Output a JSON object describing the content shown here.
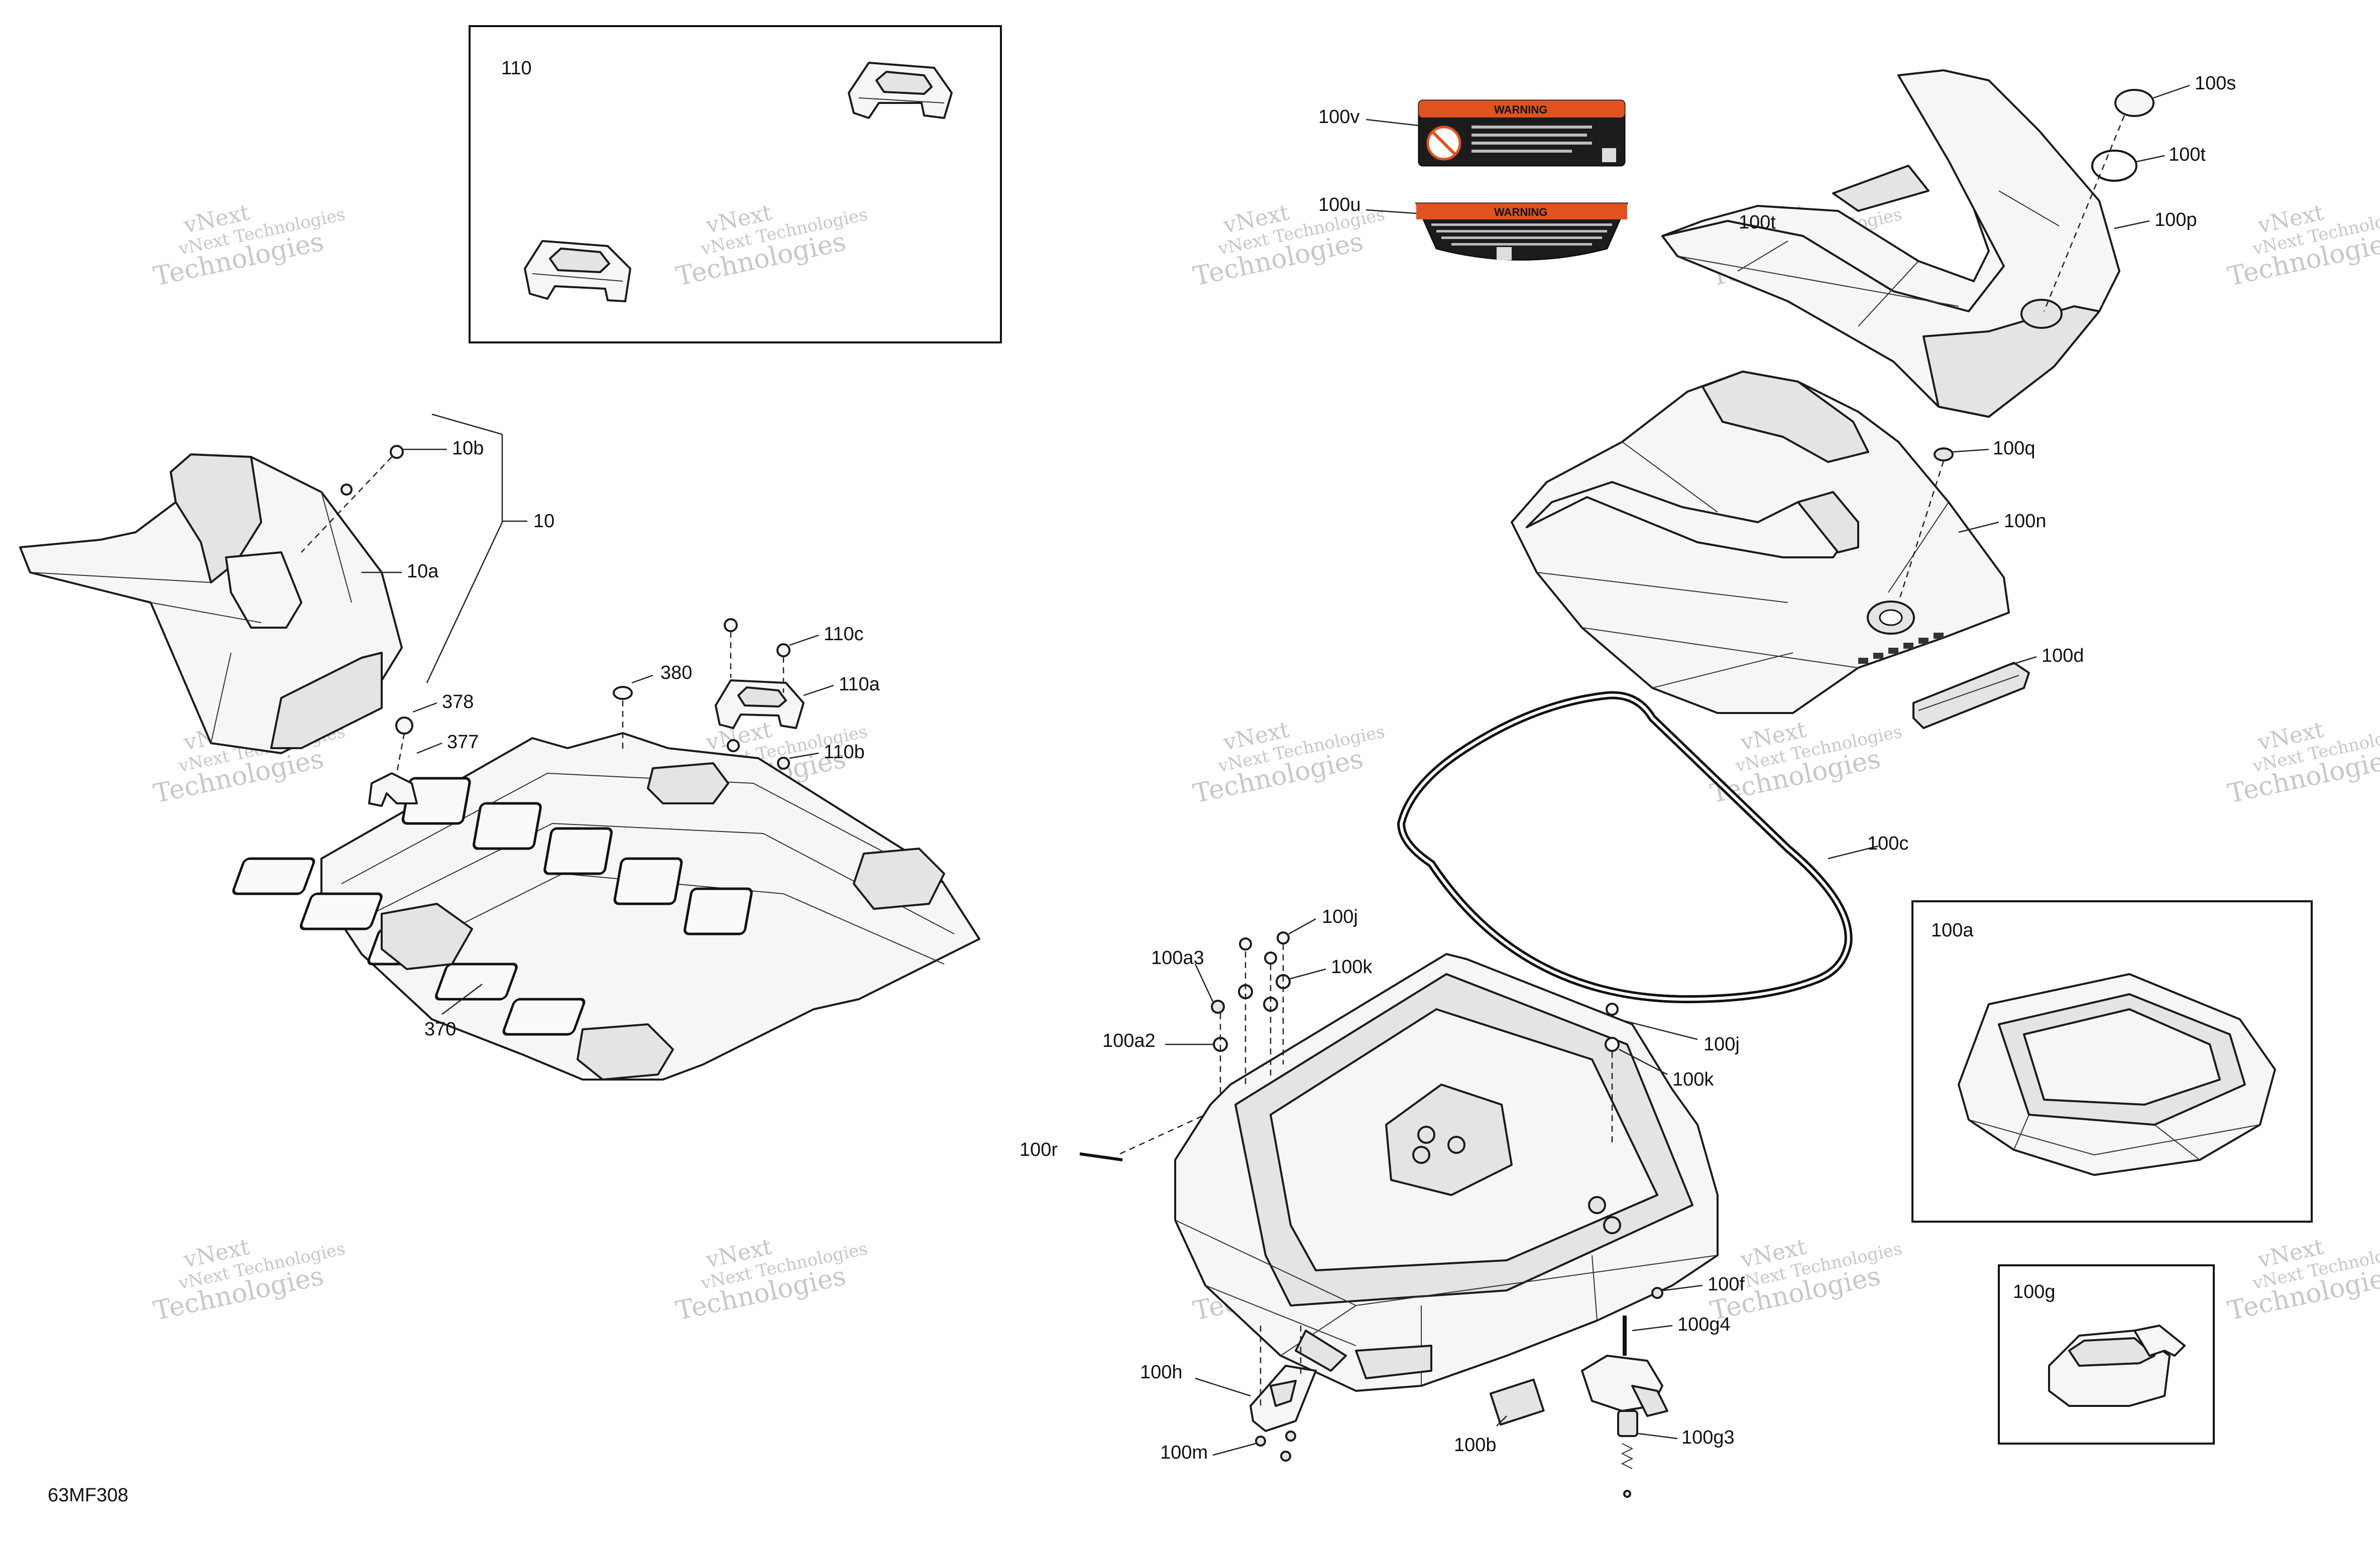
{
  "drawing_id": "63MF308",
  "watermark": {
    "line1": "vNext Technologies",
    "line2": "vNext",
    "line3": "Technologies"
  },
  "callouts": {
    "c110": "110",
    "c10b": "10b",
    "c10": "10",
    "c10a": "10a",
    "c380": "380",
    "c110c": "110c",
    "c110a": "110a",
    "c110b": "110b",
    "c378": "378",
    "c377": "377",
    "c370": "370",
    "c100v": "100v",
    "c100u": "100u",
    "c100s": "100s",
    "c100t": "100t",
    "c100tb": "100t",
    "c100p": "100p",
    "c100q": "100q",
    "c100n": "100n",
    "c100d": "100d",
    "c100c": "100c",
    "c100j": "100j",
    "c100a3": "100a3",
    "c100k": "100k",
    "c100a2": "100a2",
    "c100jb": "100j",
    "c100kb": "100k",
    "c100r": "100r",
    "c100f": "100f",
    "c100g4": "100g4",
    "c100h": "100h",
    "c100b": "100b",
    "c100g3": "100g3",
    "c100m": "100m",
    "c100a": "100a",
    "c100g": "100g"
  },
  "decals": {
    "warning_title": "WARNING",
    "warning_title_b": "WARNING"
  },
  "colors": {
    "decal_header": "#e0521f",
    "decal_body_dark": "#1c1c1c",
    "line": "#111111",
    "watermark": "#9a9a9a"
  }
}
